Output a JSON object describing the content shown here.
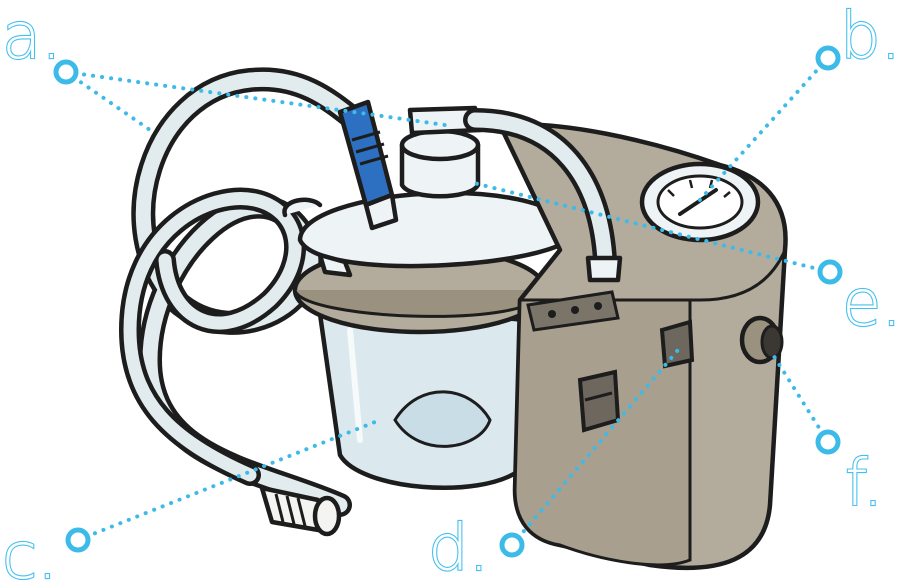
{
  "callouts": [
    {
      "id": "a",
      "label": "a."
    },
    {
      "id": "b",
      "label": "b."
    },
    {
      "id": "c",
      "label": "c."
    },
    {
      "id": "d",
      "label": "d."
    },
    {
      "id": "e",
      "label": "e."
    },
    {
      "id": "f",
      "label": "f."
    }
  ],
  "colors": {
    "callout": "#3dbbe8",
    "housing": "#b3ab9c",
    "housing_shadow": "#9a917f",
    "canister": "#dbe9ef",
    "tubing": "#dfe9ec",
    "connector": "#2d6fc0",
    "outline": "#1d1d1d"
  }
}
